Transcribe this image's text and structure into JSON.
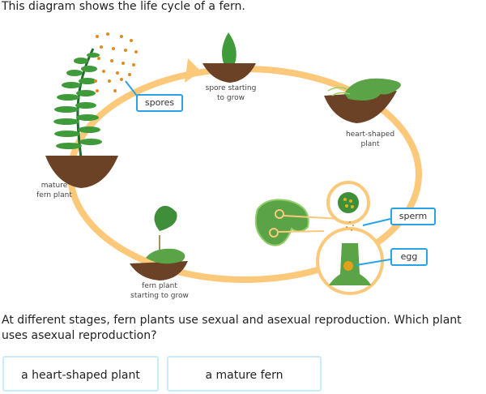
{
  "intro": "This diagram shows the life cycle of a fern.",
  "diagram": {
    "labels": {
      "mature_fern": [
        "mature",
        "fern plant"
      ],
      "spore_growing": [
        "spore starting",
        "to grow"
      ],
      "heart_shaped": [
        "heart-shaped",
        "plant"
      ],
      "fern_starting": [
        "fern plant",
        "starting to grow"
      ]
    },
    "callouts": {
      "spores": "spores",
      "sperm": "sperm",
      "egg": "egg"
    },
    "colors": {
      "cycle": "#fcc97a",
      "callout": "#29a3e6",
      "soil": "#7a4a28",
      "leaf": "#3f9a3a",
      "spore": "#e38b1c"
    }
  },
  "question": "At different stages, fern plants use sexual and asexual reproduction. Which plant uses asexual reproduction?",
  "choices": [
    "a heart-shaped plant",
    "a mature fern"
  ]
}
